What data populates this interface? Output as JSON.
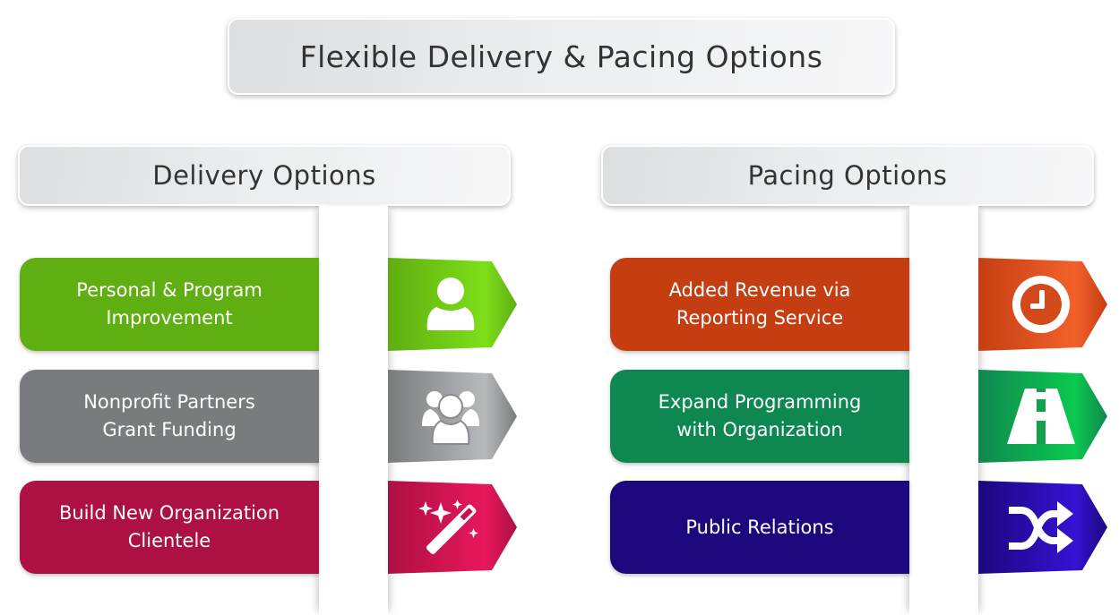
{
  "title": "Flexible Delivery & Pacing Options",
  "columns": [
    {
      "heading": "Delivery Options",
      "items": [
        {
          "label_line1": "Personal & Program",
          "label_line2": "Improvement",
          "icon": "user-icon",
          "color": "#5fae12",
          "accent": "#7ddf18"
        },
        {
          "label_line1": "Nonprofit Partners",
          "label_line2": "Grant Funding",
          "icon": "group-icon",
          "color": "#7a7b7e",
          "accent": "#b8b9bc"
        },
        {
          "label_line1": "Build New Organization",
          "label_line2": "Clientele",
          "icon": "magic-wand-icon",
          "color": "#ad1042",
          "accent": "#e8175c"
        }
      ]
    },
    {
      "heading": "Pacing Options",
      "items": [
        {
          "label_line1": "Added Revenue via",
          "label_line2": "Reporting Service",
          "icon": "clock-icon",
          "color": "#c53e12",
          "accent": "#f2612a"
        },
        {
          "label_line1": "Expand Programming",
          "label_line2": "with Organization",
          "icon": "road-icon",
          "color": "#0f8750",
          "accent": "#0bc94e"
        },
        {
          "label_line1": "Public Relations",
          "label_line2": "",
          "icon": "shuffle-icon",
          "color": "#1c077c",
          "accent": "#3512d4"
        }
      ]
    }
  ]
}
